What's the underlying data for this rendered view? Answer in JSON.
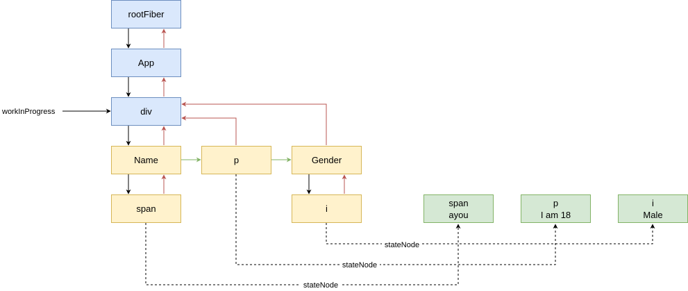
{
  "nodes": {
    "rootFiber": {
      "label": "rootFiber"
    },
    "app": {
      "label": "App"
    },
    "div": {
      "label": "div"
    },
    "name": {
      "label": "Name"
    },
    "p": {
      "label": "p"
    },
    "gender": {
      "label": "Gender"
    },
    "span": {
      "label": "span"
    },
    "i": {
      "label": "i"
    },
    "dom_span": {
      "line1": "span",
      "line2": "ayou"
    },
    "dom_p": {
      "line1": "p",
      "line2": "I am 18"
    },
    "dom_i": {
      "line1": "i",
      "line2": "Male"
    }
  },
  "labels": {
    "workInProgress": "workInProgress",
    "stateNode_i": "stateNode",
    "stateNode_p": "stateNode",
    "stateNode_span": "stateNode"
  },
  "colors": {
    "child_edge": "#000000",
    "return_edge": "#b85450",
    "sibling_edge": "#82b366",
    "blue_fill": "#dae8fc",
    "yellow_fill": "#fff2cc",
    "green_fill": "#d5e8d4"
  }
}
